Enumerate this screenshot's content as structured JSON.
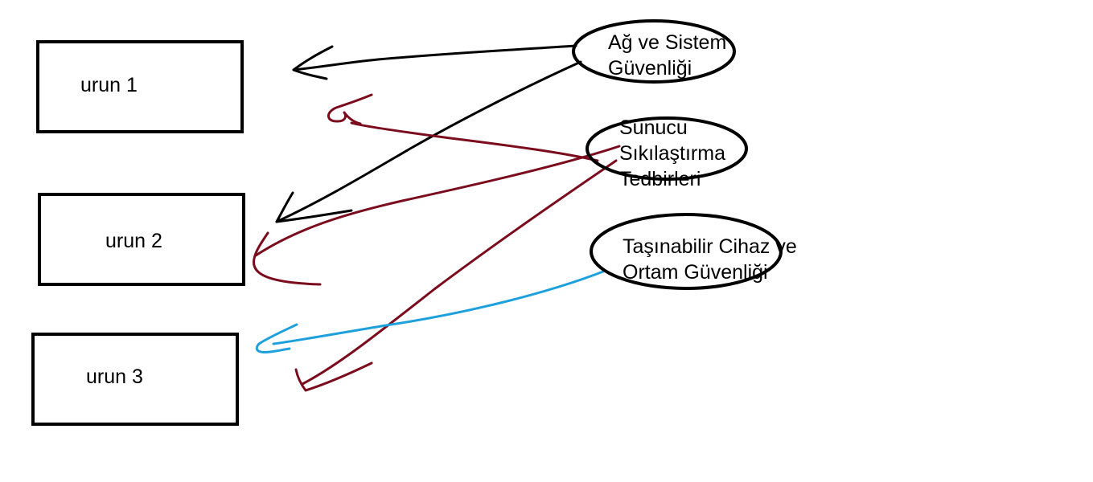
{
  "boxes": [
    {
      "label": "urun 1"
    },
    {
      "label": "urun 2"
    },
    {
      "label": "urun 3"
    }
  ],
  "nodes": [
    {
      "lines": [
        "Ağ ve Sistem",
        "Güvenliği"
      ]
    },
    {
      "lines": [
        "Sunucu",
        "Sıkılaştırma",
        "Tedbirleri"
      ]
    },
    {
      "lines": [
        "Taşınabilir Cihaz ve",
        "Ortam Güvenliği"
      ]
    }
  ],
  "colors": {
    "black_arrow": "#000000",
    "maroon_arrow": "#7b0c1d",
    "blue_arrow": "#1ea0dc",
    "outline": "#000000"
  }
}
